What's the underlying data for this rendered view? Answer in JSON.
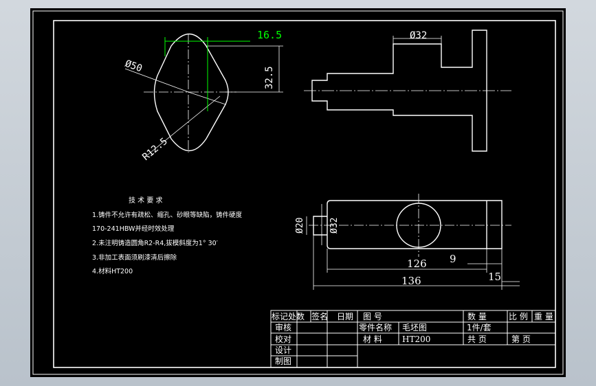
{
  "drawing": {
    "top_view": {
      "dim_width": "16.5",
      "dim_height": "32.5",
      "dim_diameter": "Ø50",
      "dim_radius": "R12.5"
    },
    "side_view": {
      "dim_diameter": "Ø32"
    },
    "front_view": {
      "dim_d20": "Ø20",
      "dim_d32": "Ø32",
      "dim_126": "126",
      "dim_9": "9",
      "dim_136": "136",
      "dim_15": "15"
    },
    "notes": {
      "title": "技 术 要 求",
      "line1": "1.铸件不允许有疏松、缩孔、砂眼等缺陷，铸件硬度",
      "line2": "170-241HBW并经时效处理",
      "line3": "2.未注明铸造圆角R2-R4,拔模斜度为1° 30′",
      "line4": "3.非加工表面须刷漆清后擦除",
      "line5": "4.材料HT200"
    }
  },
  "title_block": {
    "h_biaoji": "标记",
    "h_chushu": "处数",
    "h_qianming": "签名",
    "h_riqi": "日期",
    "h_tuhao": "图 号",
    "h_shuliang": "数 量",
    "h_bili": "比 例",
    "h_zhongliang": "重 量",
    "r_shenhe": "审核",
    "r_jiaodui": "校对",
    "r_sheji": "设计",
    "r_zhitu": "制图",
    "lbl_part_name": "零件名称",
    "val_part_name": "毛坯图",
    "lbl_material": "材 料",
    "val_material": "HT200",
    "val_qty": "1件/套",
    "lbl_total": "共 页",
    "lbl_sheet": "第 页"
  },
  "colors": {
    "background": "#000000",
    "line": "#ffffff",
    "dimension": "#00ff00",
    "centerline": "#ffffff"
  }
}
